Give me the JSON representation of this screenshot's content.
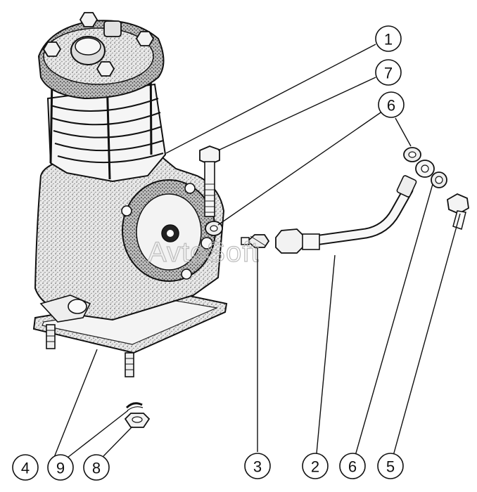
{
  "watermark": "AvtoSoft",
  "callouts": [
    {
      "id": "c1",
      "label": "1"
    },
    {
      "id": "c7",
      "label": "7"
    },
    {
      "id": "c6-top",
      "label": "6"
    },
    {
      "id": "c4",
      "label": "4"
    },
    {
      "id": "c9",
      "label": "9"
    },
    {
      "id": "c8",
      "label": "8"
    },
    {
      "id": "c3",
      "label": "3"
    },
    {
      "id": "c2",
      "label": "2"
    },
    {
      "id": "c6-bottom",
      "label": "6"
    },
    {
      "id": "c5",
      "label": "5"
    }
  ]
}
